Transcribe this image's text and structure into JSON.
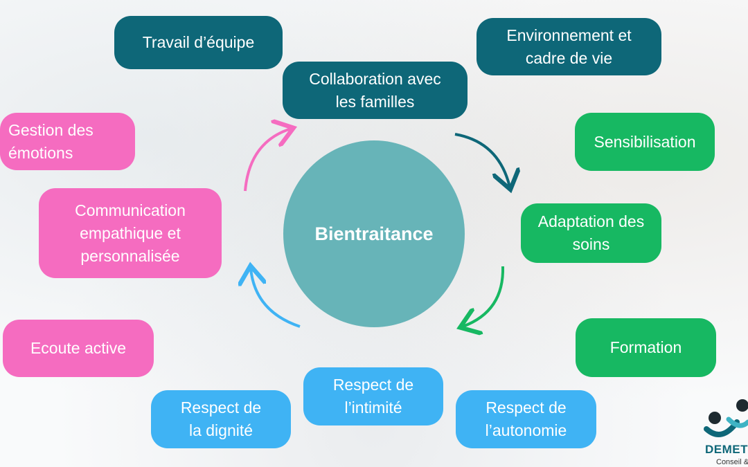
{
  "center": {
    "label": "Bientraitance"
  },
  "nodes": {
    "travail": "Travail d’équipe",
    "collaboration": "Collaboration avec\nles familles",
    "environnement": "Environnement et\ncadre de vie",
    "sensibilisation": "Sensibilisation",
    "adaptation": "Adaptation des\nsoins",
    "formation": "Formation",
    "autonomie": "Respect de\nl’autonomie",
    "intimite": "Respect de\nl’intimité",
    "dignite": "Respect de\nla dignité",
    "ecoute": "Ecoute active",
    "communication": "Communication\nempathique et\npersonnalisée",
    "gestion": "Gestion des\némotions"
  },
  "logo": {
    "name": "DEMETER",
    "subtitle": "Conseil & F"
  },
  "colors": {
    "teal": "#0e6778",
    "green": "#17b862",
    "pink": "#f56cc0",
    "blue": "#3fb3f4",
    "center": "#67b4b8"
  }
}
